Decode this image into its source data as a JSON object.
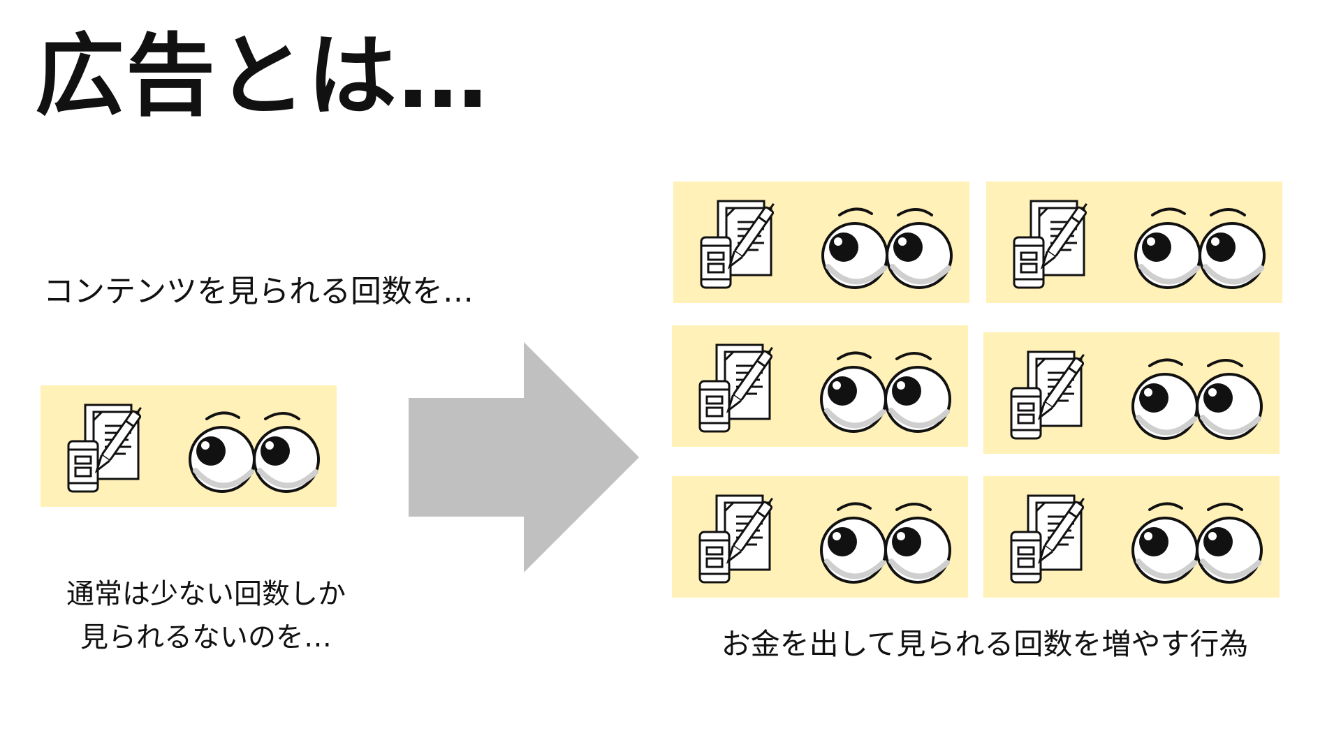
{
  "slide": {
    "title": "広告とは…",
    "subtitle": "コンテンツを見られる回数を…",
    "left_note_line1": "通常は少ない回数しか",
    "left_note_line2": "見られるないのを…",
    "right_note": "お金を出して見られる回数を増やす行為"
  },
  "colors": {
    "card_background": "#fff1b8",
    "arrow": "#c0c0c0",
    "text": "#111111"
  },
  "icons": {
    "card_left": "document-phone-pen-icon",
    "card_right": "eyes-icon",
    "arrow": "right-arrow-icon"
  },
  "counts": {
    "normal_views_cards": 1,
    "advertised_views_cards": 6
  }
}
